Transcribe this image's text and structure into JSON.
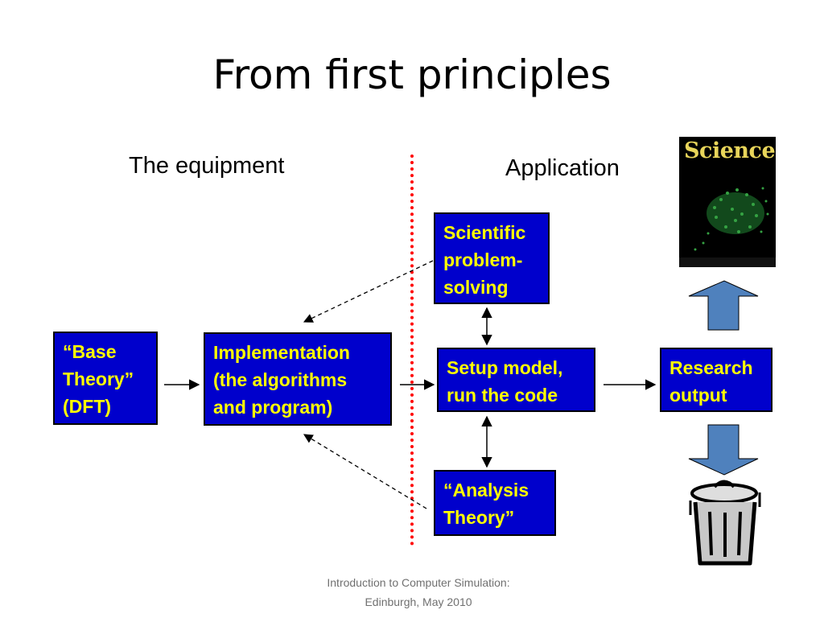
{
  "slide": {
    "title": "From first principles",
    "equipment_label": "The equipment",
    "application_label": "Application"
  },
  "boxes": {
    "base_theory": [
      "“Base",
      "Theory”",
      "(DFT)"
    ],
    "implementation": [
      "Implementation",
      "(the algorithms",
      "and program)"
    ],
    "scientific": [
      "Scientific",
      "problem-",
      "solving"
    ],
    "setup": [
      "Setup model,",
      "run the code"
    ],
    "analysis": [
      "“Analysis",
      "Theory”"
    ],
    "research": [
      "Research",
      "output"
    ]
  },
  "cover": {
    "title": "Science"
  },
  "footer": [
    "Introduction to Computer Simulation:",
    "Edinburgh, May 2010"
  ],
  "colors": {
    "box_fill": "#0000cc",
    "box_text": "#ffff00",
    "divider": "#ff0000",
    "block_arrow": "#4f81bd"
  },
  "icons": {
    "trash": "trash-can-icon"
  }
}
